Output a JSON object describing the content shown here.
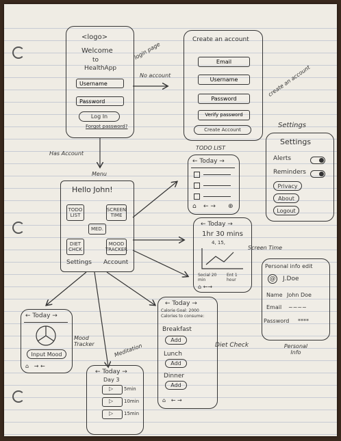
{
  "login": {
    "logo": "<logo>",
    "welcome": "Welcome",
    "to": "to",
    "app": "HealthApp",
    "username": "Username",
    "password": "Password",
    "login_btn": "Log In",
    "forgot": "Forgot password?"
  },
  "notes": {
    "login_page": "login page",
    "no_account": "No account",
    "has_account": "Has Account",
    "create_account": "create an account",
    "menu": "Menu",
    "todo_list": "TODO LIST",
    "settings": "Settings",
    "screen_time": "Screen Time",
    "mood_tracker": "Mood Tracker",
    "meditation": "Meditation",
    "diet_check": "Diet Check",
    "personal_info": "Personal Info"
  },
  "create": {
    "title": "Create an account",
    "email": "Email",
    "username": "Username",
    "password": "Password",
    "verify": "Verify password",
    "create_btn": "Create Account"
  },
  "settings": {
    "title": "Settings",
    "alerts": "Alerts",
    "reminders": "Reminders",
    "privacy": "Privacy",
    "about": "About",
    "logout": "Logout"
  },
  "todo": {
    "today": "Today",
    "arrows": "← →"
  },
  "menu": {
    "greeting": "Hello John!",
    "todo": "TODO LIST",
    "screen": "SCREEN TIME",
    "med": "MED.",
    "diet": "DIET CHCK",
    "mood": "MOOD TRACKER",
    "settings": "Settings",
    "account": "Account"
  },
  "screentime": {
    "today": "Today",
    "total": "1hr 30 mins",
    "sub": "4, 15,",
    "social": "Social 20 min",
    "ent": "Ent 1 hour"
  },
  "personal": {
    "title": "Personal info edit",
    "pic": "@",
    "name_disp": "J.Doe",
    "name_label": "Name",
    "name_val": "John Doe",
    "email_label": "Email",
    "email_val": "~~~~",
    "pass_label": "Password",
    "pass_val": "****"
  },
  "mood": {
    "today": "Today",
    "input": "Input Mood"
  },
  "diet": {
    "today": "Today",
    "calorie": "Calorie Goal: 2000",
    "calories_left": "Calories to consume:",
    "breakfast": "Breakfast",
    "lunch": "Lunch",
    "dinner": "Dinner",
    "add": "Add"
  },
  "meditation": {
    "today": "Today",
    "day": "Day 3",
    "sessions": [
      "5min",
      "10min",
      "15min"
    ]
  }
}
